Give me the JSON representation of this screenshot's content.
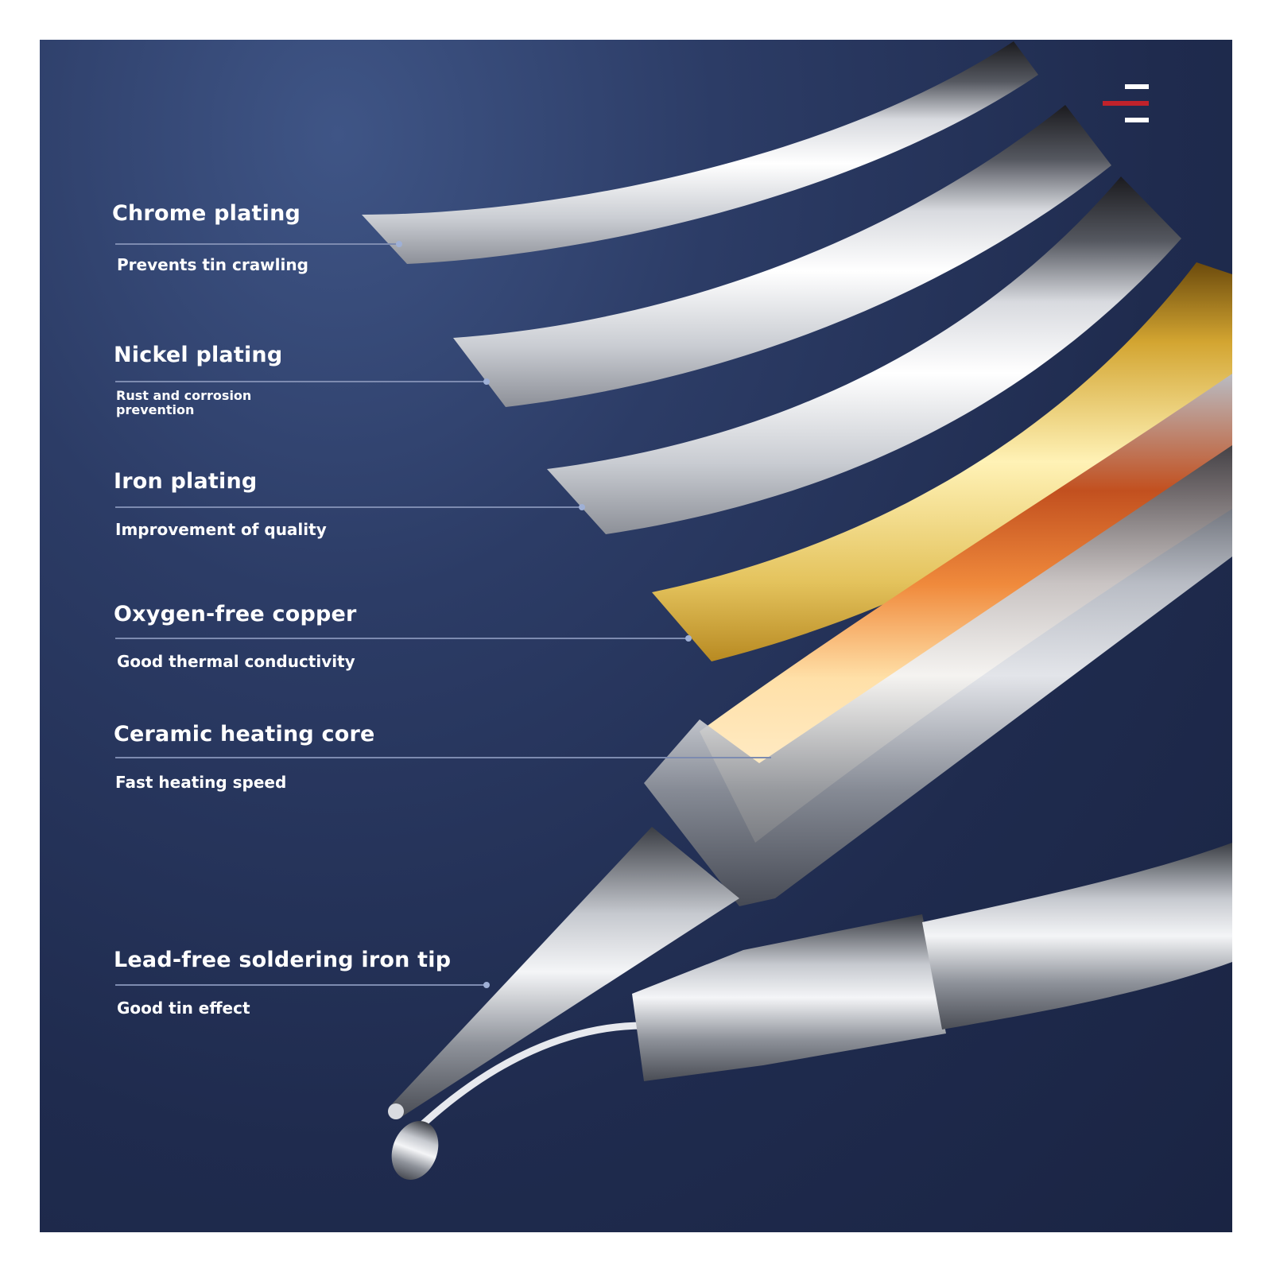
{
  "colors": {
    "background": "#1f2b4e",
    "accent": "#c0222b",
    "copper": "#d9b24a",
    "text": "#ffffff"
  },
  "layers": [
    {
      "title": "Chrome plating",
      "description": "Prevents tin crawling"
    },
    {
      "title": "Nickel plating",
      "description": "Rust and corrosion prevention"
    },
    {
      "title": "Iron plating",
      "description": "Improvement of quality"
    },
    {
      "title": "Oxygen-free copper",
      "description": "Good thermal conductivity"
    },
    {
      "title": "Ceramic heating core",
      "description": "Fast heating speed"
    },
    {
      "title": "Lead-free soldering iron tip",
      "description": "Good tin effect"
    }
  ],
  "icons": {
    "corner_icon": "menu-lines-icon"
  }
}
